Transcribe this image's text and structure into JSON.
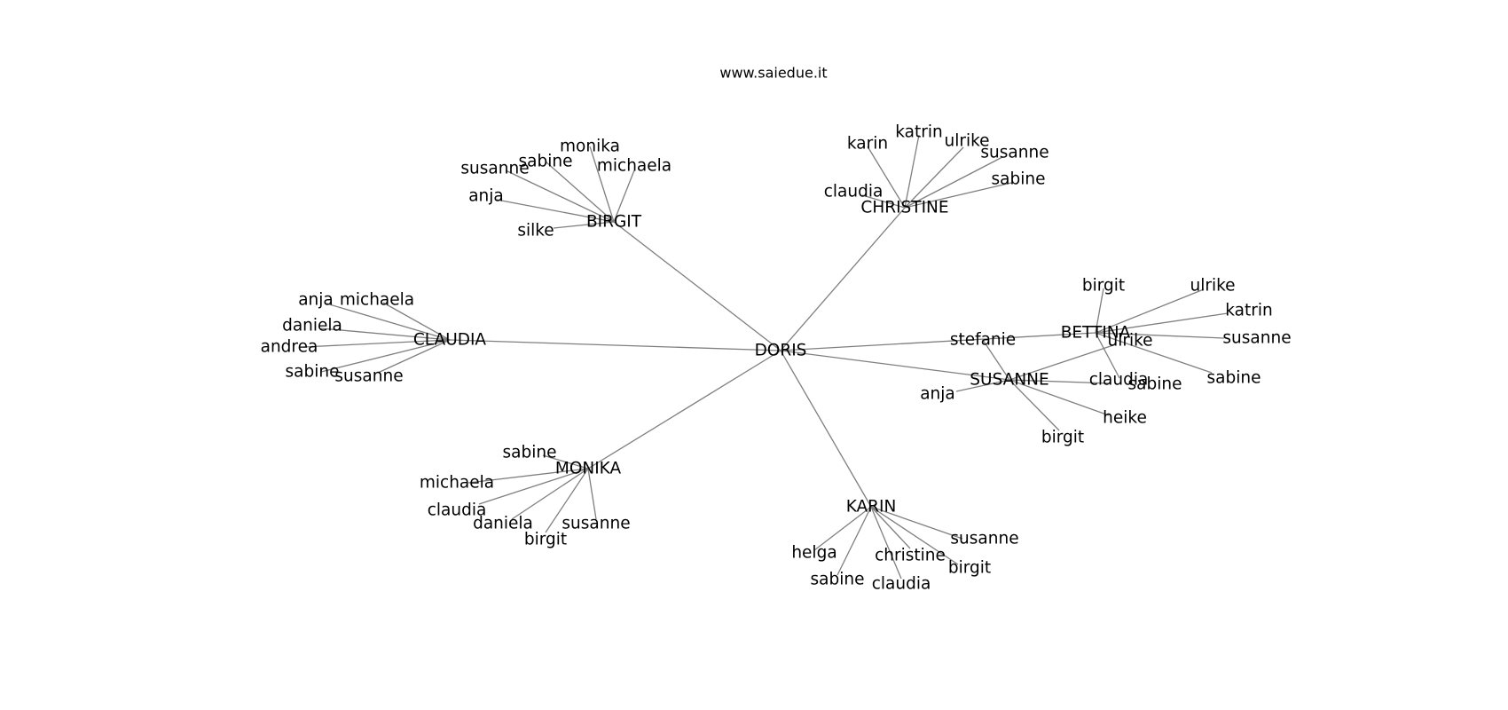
{
  "site_title": "www.saiedue.it",
  "colors": {
    "edge": "#7f7f7f",
    "text": "#000000",
    "background": "#ffffff"
  },
  "graph": {
    "root": "DORIS",
    "hubs": [
      {
        "id": "birgit",
        "label": "BIRGIT",
        "leaves": [
          "monika",
          "sabine",
          "susanne",
          "michaela",
          "anja",
          "silke"
        ]
      },
      {
        "id": "christine",
        "label": "CHRISTINE",
        "leaves": [
          "katrin",
          "karin",
          "ulrike",
          "susanne",
          "sabine",
          "claudia"
        ]
      },
      {
        "id": "claudia",
        "label": "CLAUDIA",
        "leaves": [
          "anja",
          "michaela",
          "daniela",
          "andrea",
          "sabine",
          "susanne"
        ]
      },
      {
        "id": "monika",
        "label": "MONIKA",
        "leaves": [
          "sabine",
          "michaela",
          "claudia",
          "daniela",
          "susanne",
          "birgit"
        ]
      },
      {
        "id": "karin",
        "label": "KARIN",
        "leaves": [
          "susanne",
          "helga",
          "christine",
          "birgit",
          "sabine",
          "claudia"
        ]
      },
      {
        "id": "susanne",
        "label": "SUSANNE",
        "leaves": [
          "stefanie",
          "ulrike",
          "anja",
          "claudia",
          "heike",
          "birgit"
        ]
      },
      {
        "id": "bettina",
        "label": "BETTINA",
        "leaves": [
          "birgit",
          "ulrike",
          "katrin",
          "susanne",
          "sabine",
          "sabine"
        ]
      }
    ]
  }
}
